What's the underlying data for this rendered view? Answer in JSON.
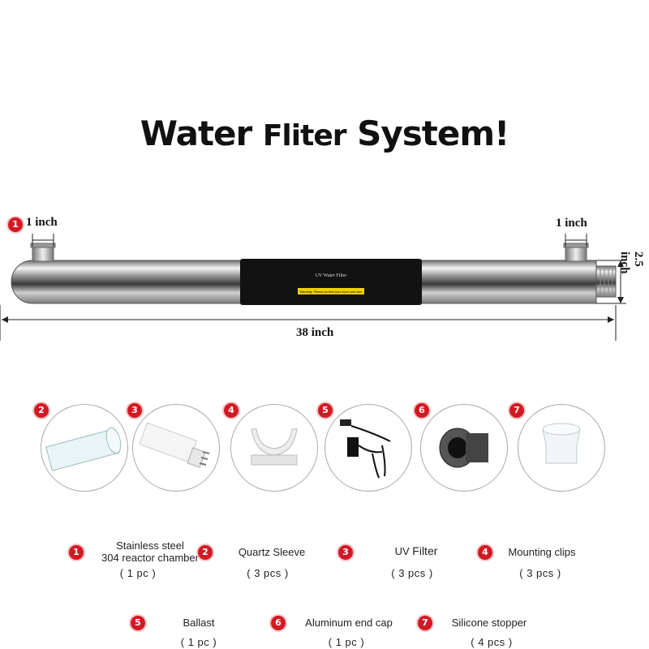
{
  "title": {
    "part1": "Water",
    "part2": "Fliter",
    "part3": "System!"
  },
  "dimensions": {
    "left_port": "1 inch",
    "right_port": "1 inch",
    "diameter": "2.5 inch",
    "length": "38 inch"
  },
  "sticker": {
    "title": "UV Water Filter",
    "warning": "Warning: Please protect your eyes and skin"
  },
  "badges": [
    "1",
    "2",
    "3",
    "4",
    "5",
    "6",
    "7"
  ],
  "parts": [
    {
      "num": "1",
      "name_line1": "Stainless steel",
      "name_line2": "304 reactor chamber",
      "qty": "( 1 pc )"
    },
    {
      "num": "2",
      "name": "Quartz Sleeve",
      "qty": "( 3 pcs )"
    },
    {
      "num": "3",
      "name_a": "UV",
      "name_b": "Filter",
      "qty": "( 3 pcs )"
    },
    {
      "num": "4",
      "name": "Mounting clips",
      "qty": "( 3 pcs )"
    },
    {
      "num": "5",
      "name": "Ballast",
      "qty": "( 1 pc )"
    },
    {
      "num": "6",
      "name": "Aluminum end cap",
      "qty": "( 1 pc )"
    },
    {
      "num": "7",
      "name": "Silicone stopper",
      "qty": "( 4 pcs )"
    }
  ],
  "colors": {
    "badge": "#d31923",
    "sleeve": "#111111",
    "steel": "#c8c8c8"
  }
}
